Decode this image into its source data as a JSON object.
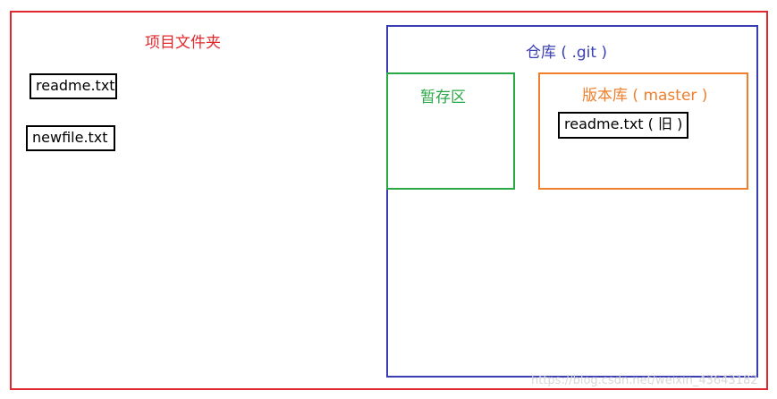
{
  "project": {
    "title": "项目文件夹",
    "files": [
      "readme.txt",
      "newfile.txt"
    ]
  },
  "repository": {
    "title": "仓库 ( .git )",
    "staging": {
      "title": "暂存区"
    },
    "master": {
      "title": "版本库 ( master )",
      "file": "readme.txt ( 旧 )"
    }
  },
  "watermark": "https://blog.csdn.net/weixin_43643182",
  "colors": {
    "project": "#e0282e",
    "repository": "#3a3db3",
    "staging": "#2aa845",
    "master": "#ef7f2c"
  }
}
